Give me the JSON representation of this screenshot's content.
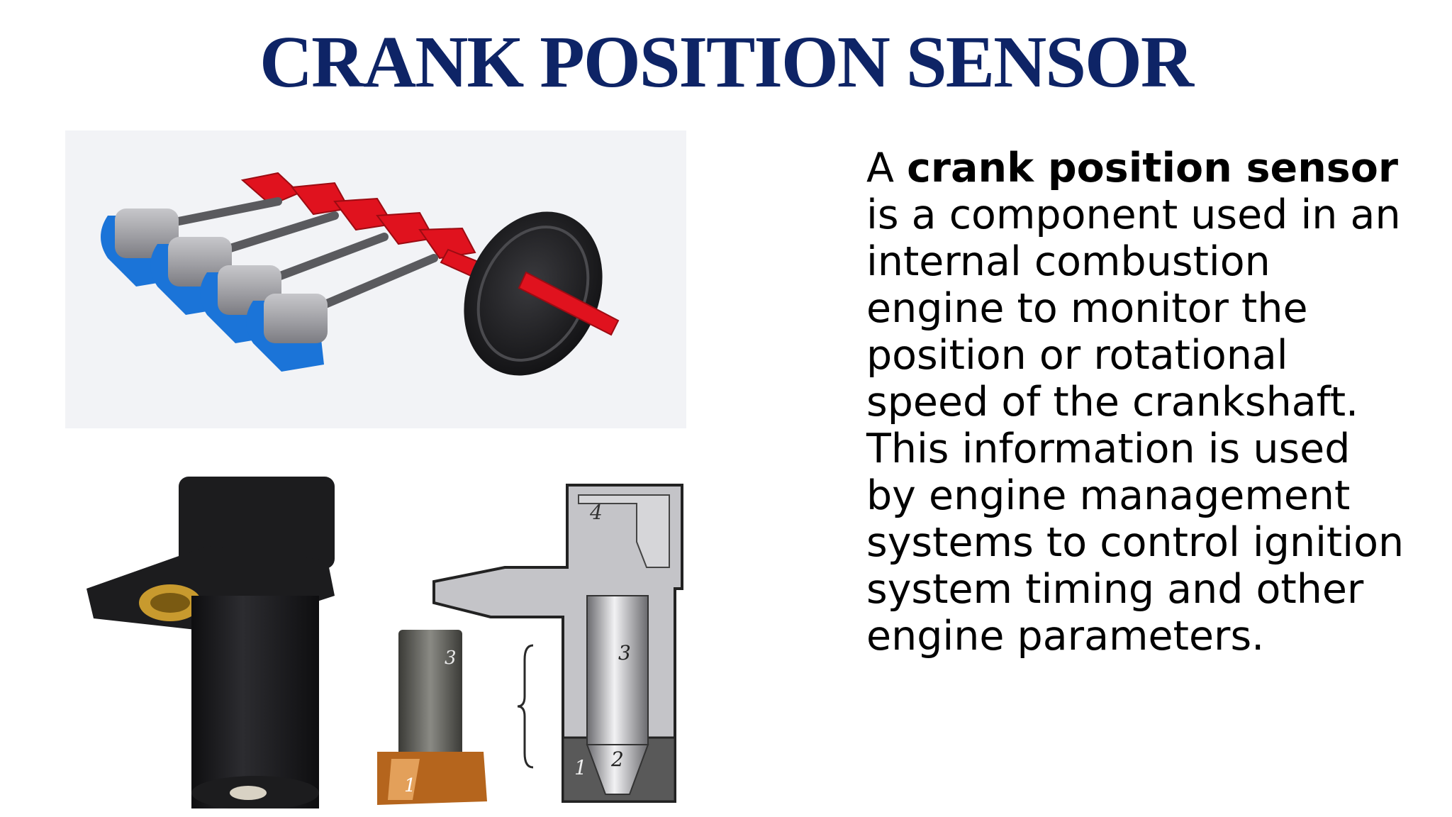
{
  "slide": {
    "title_words": [
      "CRANK",
      "POSITION",
      "SENSOR"
    ],
    "body": {
      "prefix": "A ",
      "term": "crank position sensor",
      "text": " is a component used in an internal combustion engine to monitor the position or rotational speed of the crankshaft. This information is used by engine management systems to control ignition system timing and other engine parameters."
    },
    "diagram_labels": [
      "4",
      "3",
      "3",
      "2",
      "1",
      "1"
    ]
  },
  "colors": {
    "title": "#0e2466",
    "crank_red": "#e0121e",
    "piston_blue": "#1b74d8",
    "piston_grey": "#a9a9ad",
    "sensor_black": "#1c1c1e",
    "brass": "#c89a2e"
  }
}
